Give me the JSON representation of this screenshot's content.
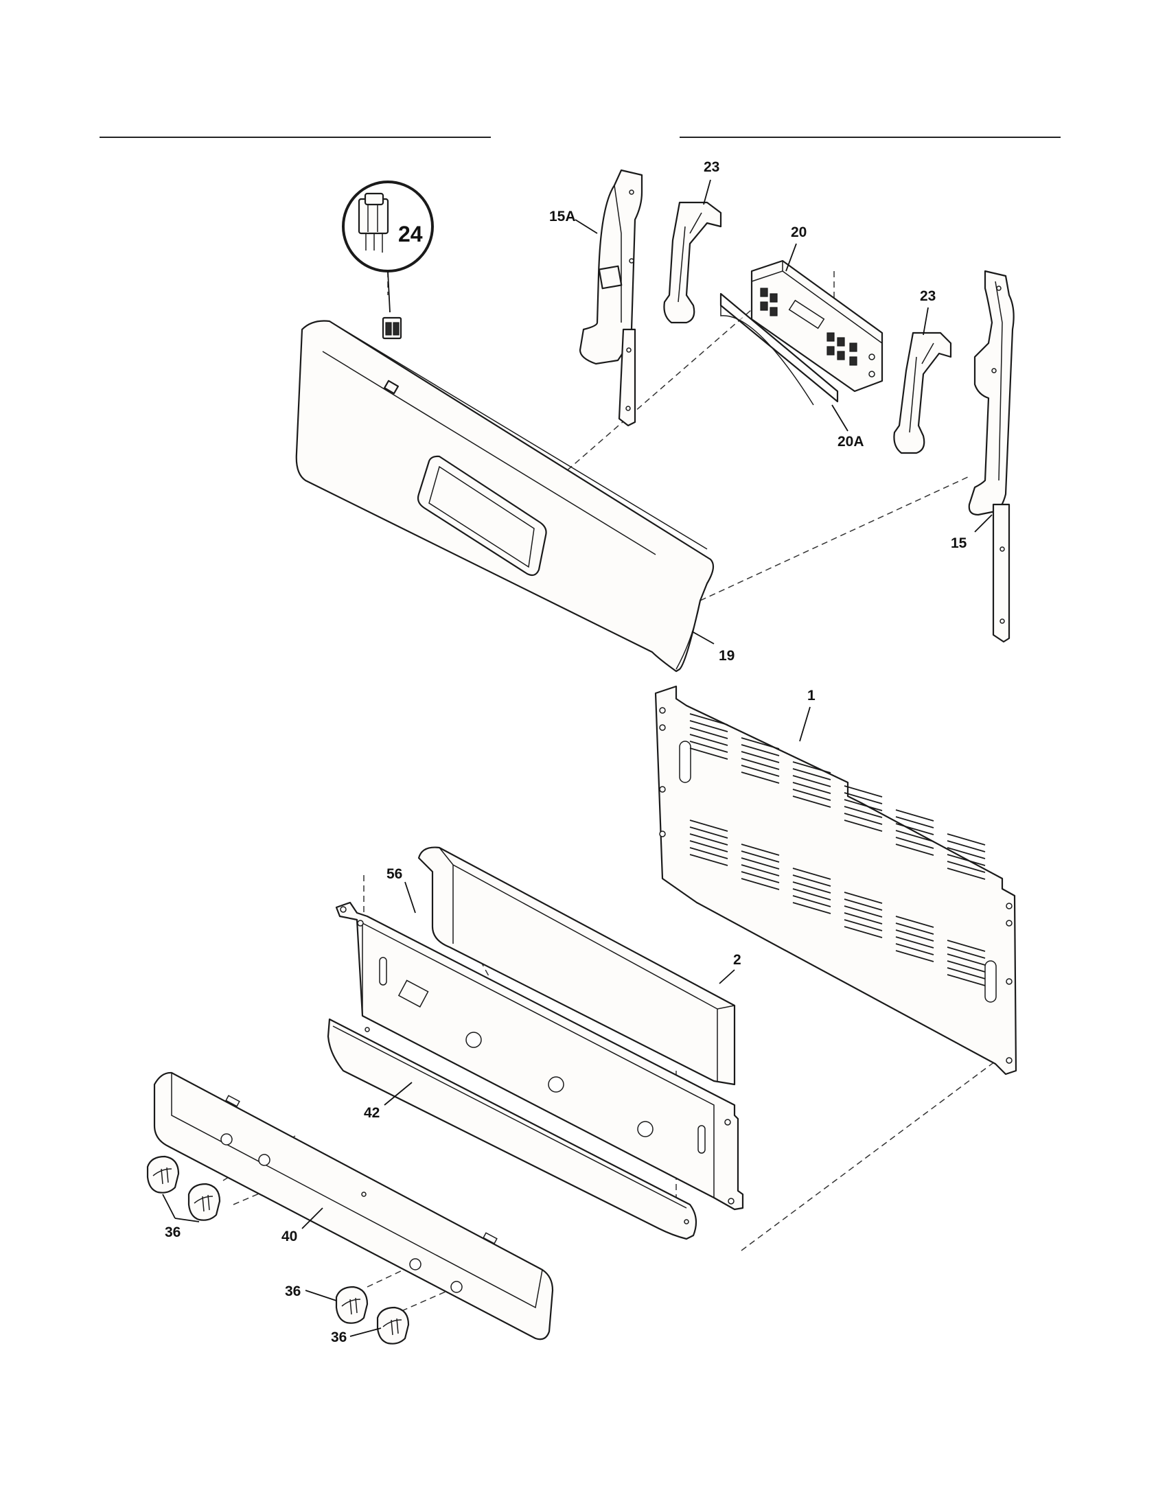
{
  "callouts": {
    "c1": "1",
    "c2": "2",
    "c15": "15",
    "c15a": "15A",
    "c19": "19",
    "c20": "20",
    "c20a": "20A",
    "c23a": "23",
    "c23b": "23",
    "c24": "24",
    "c36a": "36",
    "c36b": "36",
    "c36c": "36",
    "c40": "40",
    "c42": "42",
    "c56": "56"
  },
  "icons": {
    "switch": "rocker-switch-icon",
    "knob": "control-knob-icon"
  },
  "colors": {
    "line": "#1a1a1a",
    "paper": "#ffffff"
  }
}
